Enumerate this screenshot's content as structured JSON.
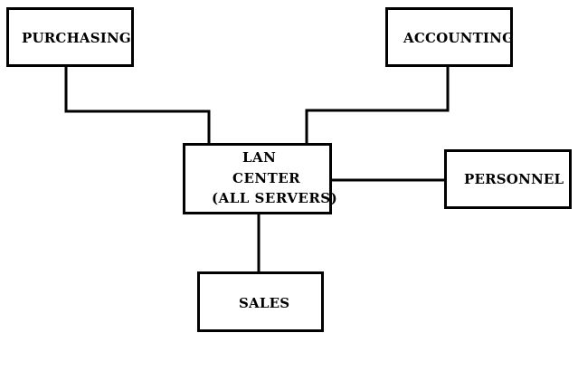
{
  "nodes": {
    "purchasing": "PURCHASING",
    "accounting": "ACCOUNTING",
    "lan_center": [
      "LAN",
      "CENTER",
      "(ALL SERVERS)"
    ],
    "personnel": "PERSONNEL",
    "sales": "SALES"
  },
  "edges": [
    {
      "from": "purchasing",
      "to": "lan_center"
    },
    {
      "from": "accounting",
      "to": "lan_center"
    },
    {
      "from": "lan_center",
      "to": "personnel"
    },
    {
      "from": "lan_center",
      "to": "sales"
    }
  ],
  "colors": {
    "stroke": "#000000",
    "background": "#ffffff"
  }
}
